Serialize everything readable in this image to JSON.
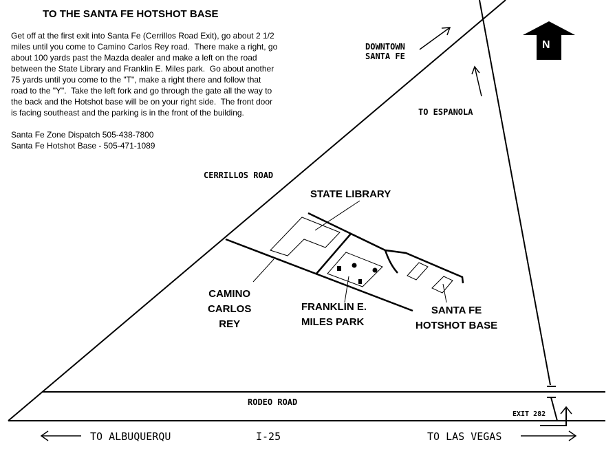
{
  "title": "TO THE SANTA FE HOTSHOT BASE",
  "directions": [
    "Get off at the first exit into Santa Fe (Cerrillos Road Exit), go about 2 1/2",
    "miles until you come to Camino Carlos Rey road.  There make a right, go",
    "about 100 yards past the Mazda dealer and make a left on the road",
    "between the State Library and Franklin E. Miles park.  Go about another",
    "75 yards until you come to the \"T\", make a right there and follow that",
    "road to the \"Y\".  Take the left fork and go through the gate all the way to",
    "the back and the Hotshot base will be on your right side.  The front door",
    "is facing southeast and the parking is in the front of the building."
  ],
  "phones": [
    "Santa Fe Zone Dispatch 505-438-7800",
    "Santa Fe Hotshot Base - 505-471-1089"
  ],
  "labels": {
    "downtown": [
      "DOWNTOWN",
      "SANTA FE"
    ],
    "espanola": "TO ESPANOLA",
    "cerrillos": "CERRILLOS ROAD",
    "state_library": "STATE LIBRARY",
    "camino": [
      "CAMINO",
      "CARLOS",
      "REY"
    ],
    "park": [
      "FRANKLIN E.",
      "MILES PARK"
    ],
    "hotshot": [
      "SANTA FE",
      "HOTSHOT BASE"
    ],
    "rodeo": "RODEO ROAD",
    "exit": "EXIT 282",
    "albuquerque": "TO ALBUQUERQU",
    "i25": "I-25",
    "las_vegas": "TO LAS VEGAS",
    "north": "N"
  }
}
